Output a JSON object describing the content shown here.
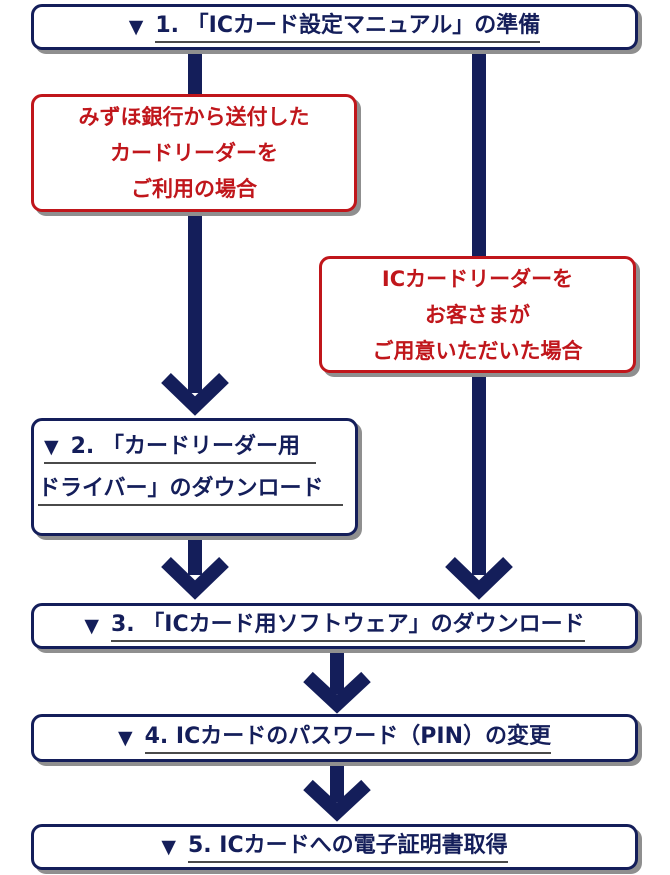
{
  "colors": {
    "navy": "#141e5a",
    "red": "#c0161b",
    "shadow": "#8f8f8f"
  },
  "triangle_icon": "▼",
  "steps": {
    "step1": {
      "label": "1. 「ICカード設定マニュアル」の準備"
    },
    "step2": {
      "line1": "2. 「カードリーダー用",
      "line2": "ドライバー」のダウンロード"
    },
    "step3": {
      "label": "3. 「ICカード用ソフトウェア」のダウンロード"
    },
    "step4": {
      "label": "4. ICカードのパスワード（PIN）の変更"
    },
    "step5": {
      "label": "5. ICカードへの電子証明書取得"
    }
  },
  "cases": {
    "mizuho_reader": {
      "lines": [
        "みずほ銀行から送付した",
        "カードリーダーを",
        "ご利用の場合"
      ]
    },
    "customer_reader": {
      "lines": [
        "ICカードリーダーを",
        "お客さまが",
        "ご用意いただいた場合"
      ]
    }
  }
}
